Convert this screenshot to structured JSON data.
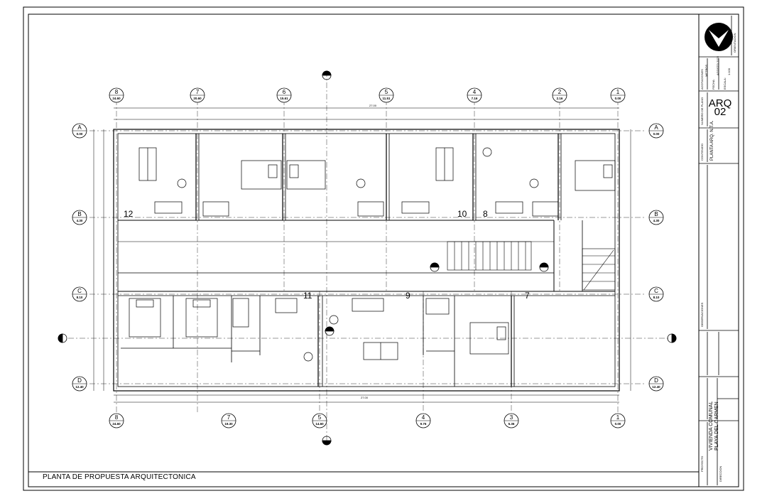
{
  "sheet_title": "PLANTA DE PROPUESTA ARQUITECTONICA",
  "title_block": {
    "sheet_number_top": "ARQ",
    "sheet_number_bottom": "02",
    "sheet_name": "PLANTA ARQ. N.T.A.",
    "project_name_line1": "VIVIENDA COMUNAL",
    "project_name_line2": "PLAYA DEL CARMEN",
    "label_orientation": "ORIENTACION",
    "label_acotaciones": "ACOTACIONES",
    "acotaciones_value": "METROS",
    "label_fecha": "FECHA:",
    "fecha_value": "AGOSTO 2022",
    "label_escala": "ESCALA:",
    "escala_value": "1:100",
    "label_sheet_num": "NUMERO DE PLANO",
    "label_contenido": "CONTENIDO",
    "label_observaciones": "OBSERVACIONES",
    "label_proyecto": "PROYECTO",
    "label_direccion": "DIRECCION"
  },
  "grid_axes": {
    "top": [
      {
        "num": "8",
        "dim": "24.60"
      },
      {
        "num": "7",
        "dim": "20.60"
      },
      {
        "num": "6",
        "dim": "15.61"
      },
      {
        "num": "5",
        "dim": "11.51"
      },
      {
        "num": "4",
        "dim": "7.16"
      },
      {
        "num": "2",
        "dim": "2.16"
      },
      {
        "num": "1",
        "dim": "0.00"
      }
    ],
    "bottom": [
      {
        "num": "8",
        "dim": "24.60"
      },
      {
        "num": "7",
        "dim": "19.30"
      },
      {
        "num": "5",
        "dim": "14.60"
      },
      {
        "num": "4",
        "dim": "9.76"
      },
      {
        "num": "3",
        "dim": "5.36"
      },
      {
        "num": "1",
        "dim": "0.00"
      }
    ],
    "rows": [
      {
        "letter": "A",
        "dim": "0.00"
      },
      {
        "letter": "B",
        "dim": "4.30"
      },
      {
        "letter": "C",
        "dim": "8.10"
      },
      {
        "letter": "D",
        "dim": "12.40"
      }
    ]
  },
  "unit_numbers": [
    "12",
    "10",
    "8",
    "11",
    "9",
    "7"
  ],
  "overall_dim": "27.00"
}
